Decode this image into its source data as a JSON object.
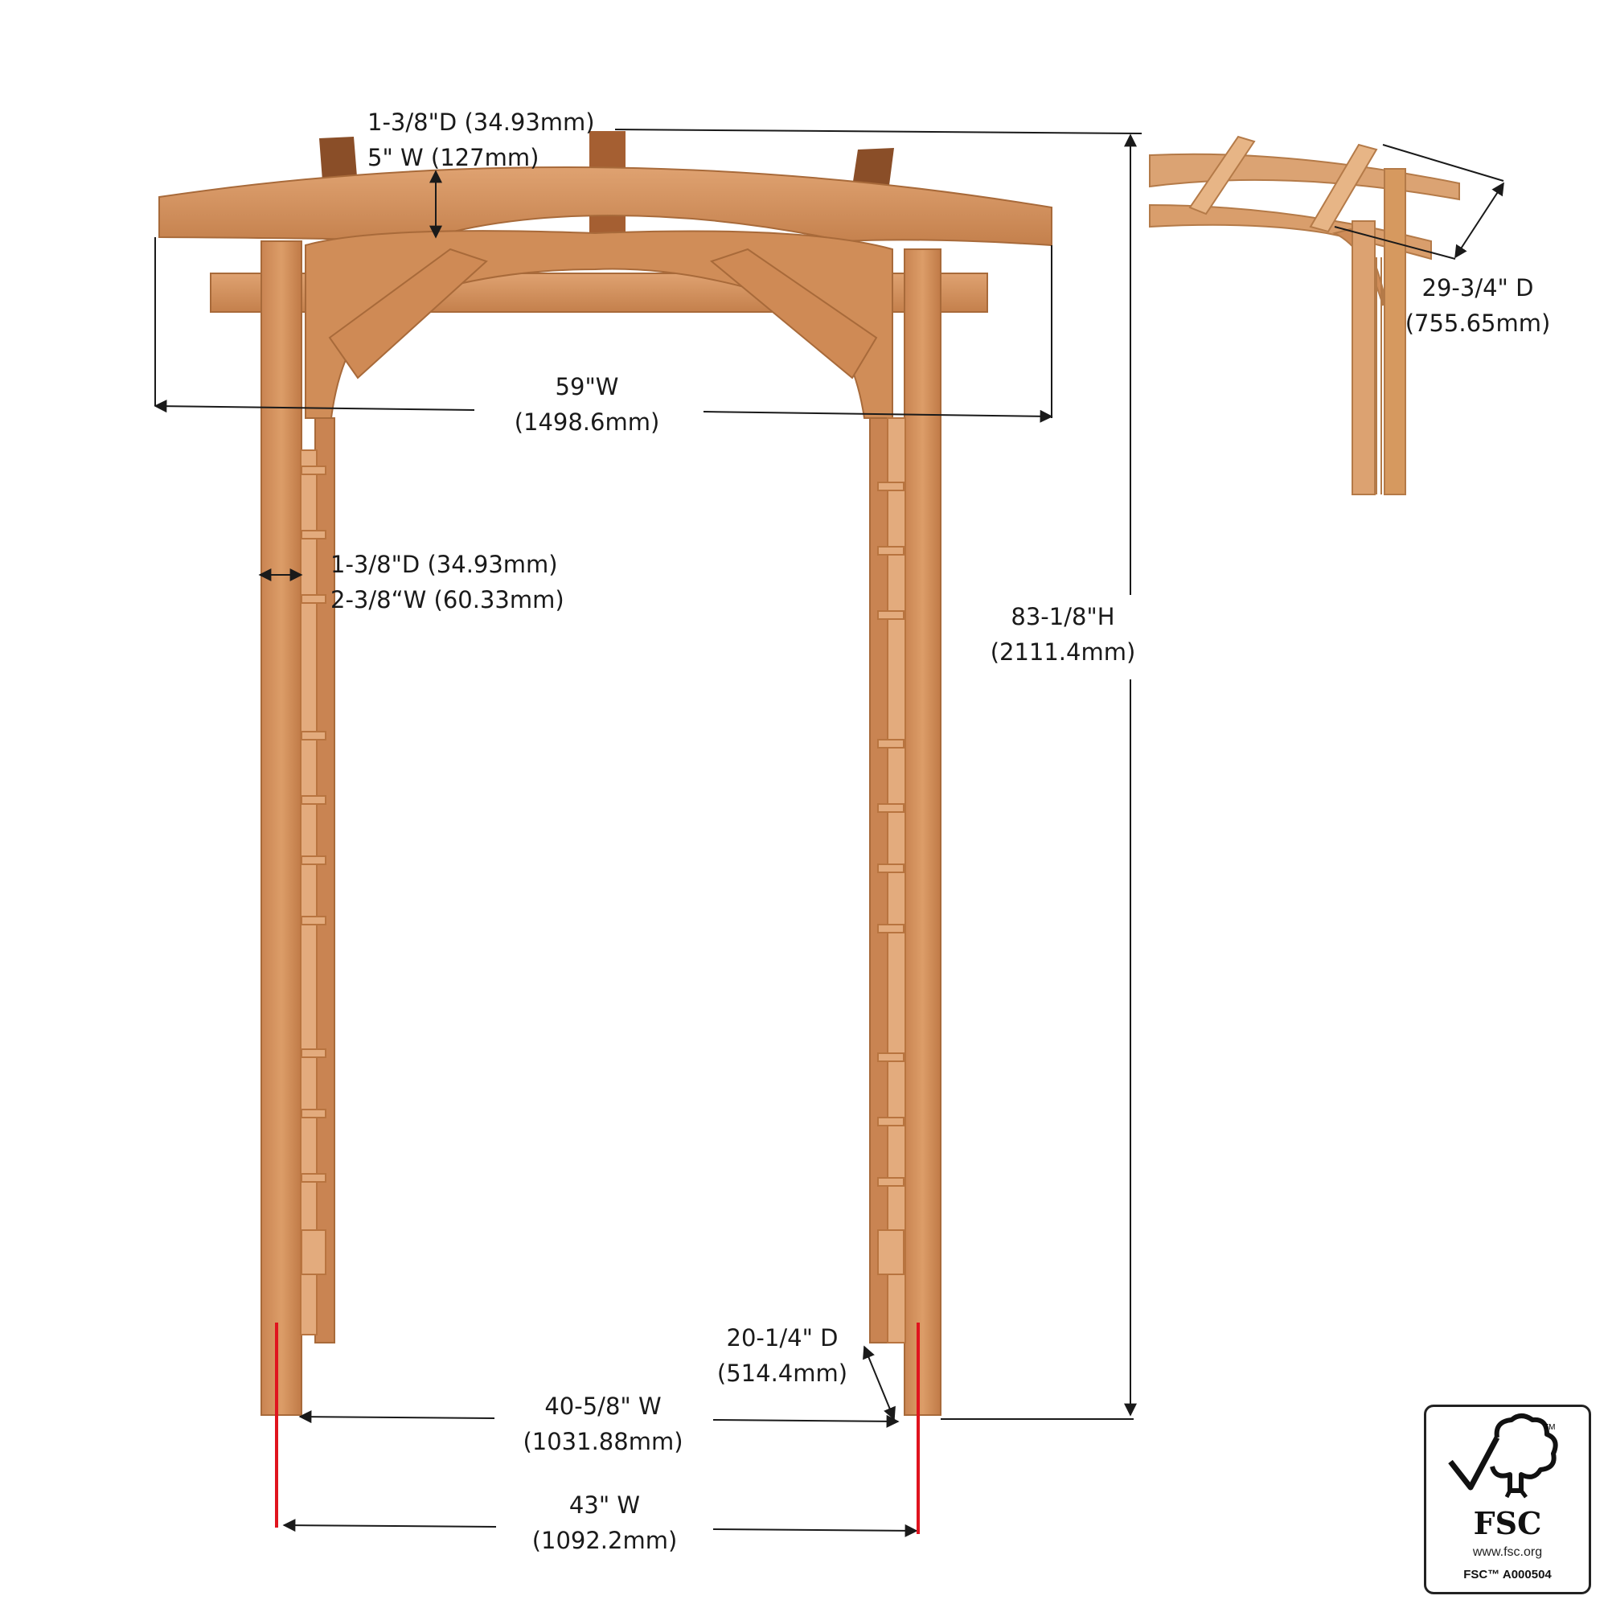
{
  "dimensions": {
    "top_board_depth": "1-3/8\"D (34.93mm)",
    "top_board_width": "5\" W (127mm)",
    "overall_width_in": "59\"W",
    "overall_width_mm": "(1498.6mm)",
    "side_depth_in": "29-3/4\" D",
    "side_depth_mm": "(755.65mm)",
    "post_depth": "1-3/8\"D (34.93mm)",
    "post_width": "2-3/8“W (60.33mm)",
    "height_in": "83-1/8\"H",
    "height_mm": "(2111.4mm)",
    "base_depth_in": "20-1/4\" D",
    "base_depth_mm": "(514.4mm)",
    "inner_width_in": "40-5/8\" W",
    "inner_width_mm": "(1031.88mm)",
    "outer_width_in": "43\" W",
    "outer_width_mm": "(1092.2mm)"
  },
  "logo": {
    "name": "fsc-logo",
    "wordmark": "FSC",
    "website": "www.fsc.org",
    "license_code": "FSC™ A000504",
    "trademark": "TM"
  },
  "colors": {
    "wood": "#d4935e",
    "wood_dark": "#b8743f",
    "wood_light": "#e8b487",
    "dimension_line": "#1a1a1a",
    "accent_line": "#e0141e"
  }
}
